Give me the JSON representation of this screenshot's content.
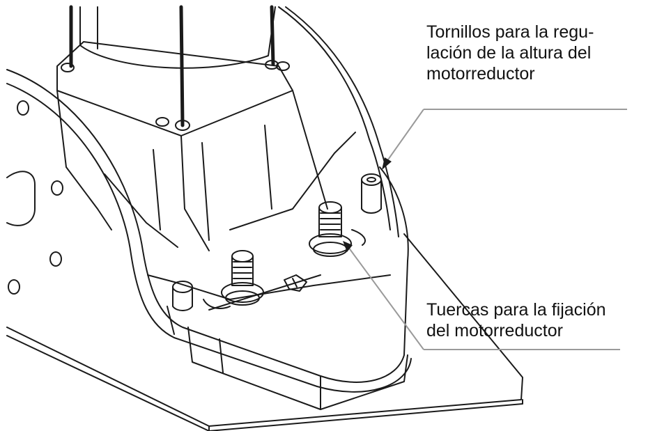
{
  "callouts": {
    "height_screws": {
      "lines": [
        "Tornillos para la regu-",
        "lación de la altura del",
        "motorreductor"
      ]
    },
    "fixing_nuts": {
      "lines": [
        "Tuercas para la fijación",
        "del motorreductor"
      ]
    }
  },
  "colors": {
    "line": "#1a1a1a",
    "leader": "#9a9a9a",
    "background": "#ffffff"
  }
}
